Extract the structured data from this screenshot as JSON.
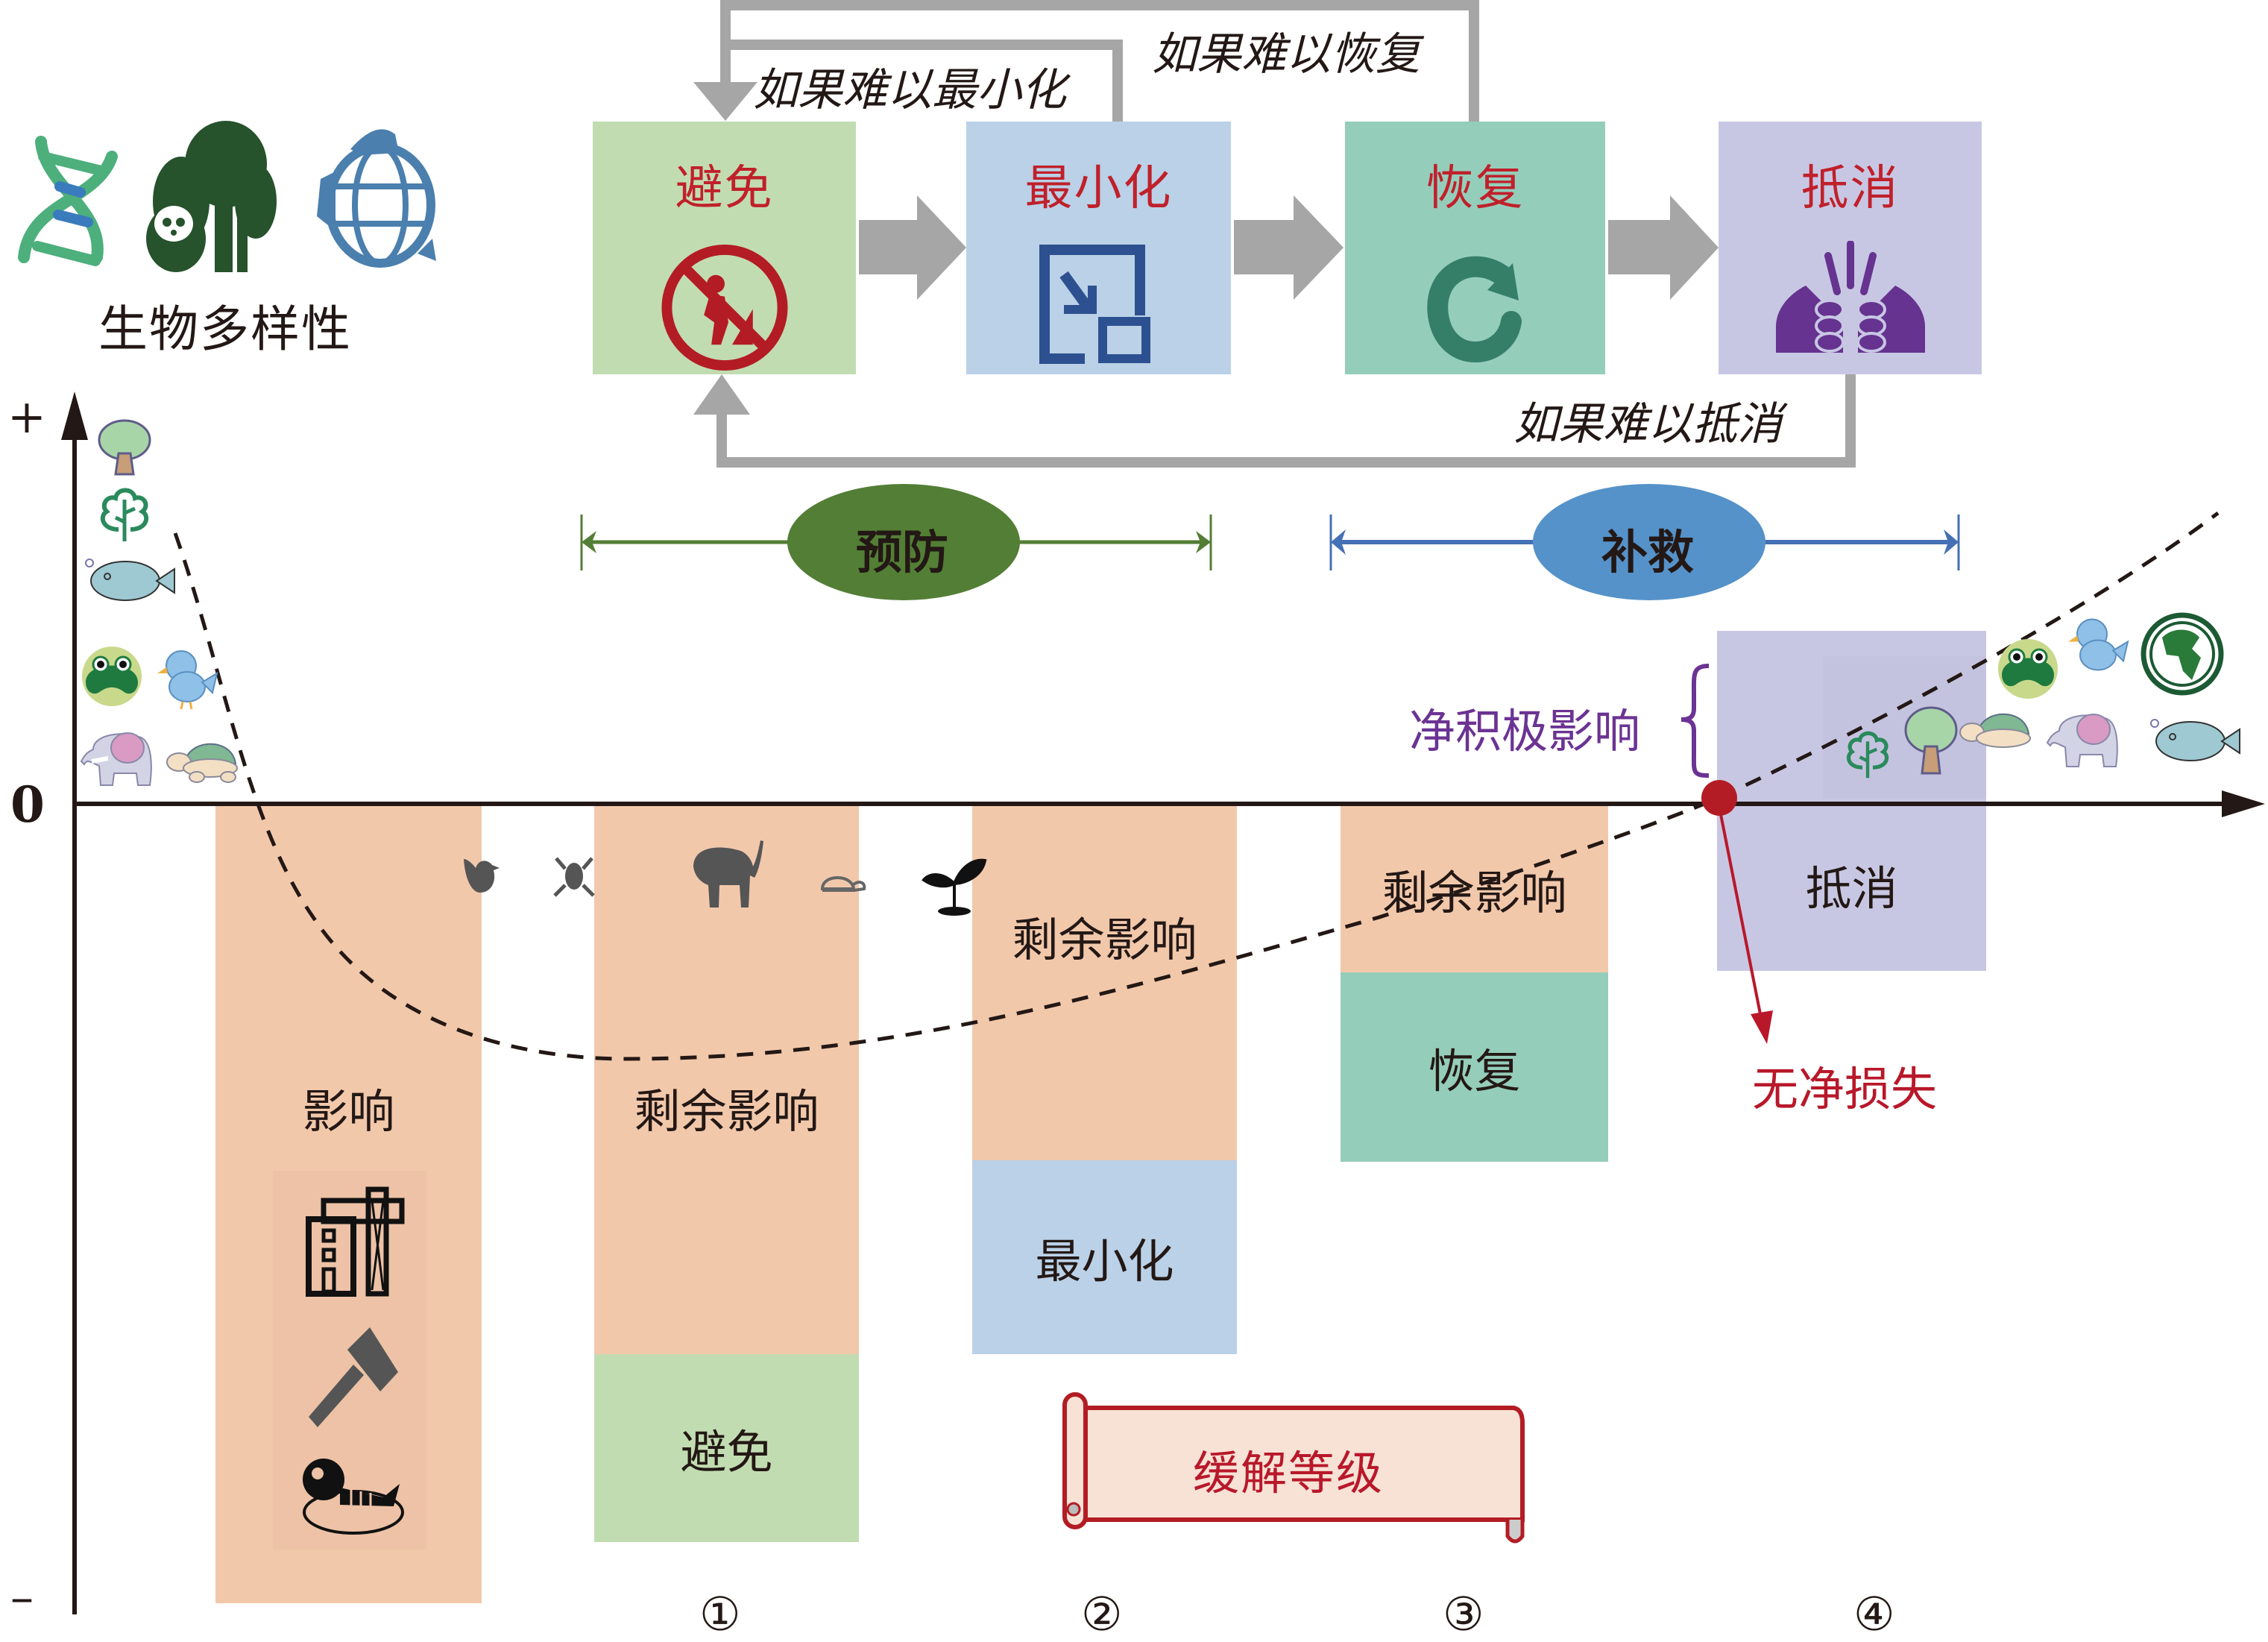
{
  "biodiversity": {
    "label": "生物多样性",
    "icons": [
      "dna-icon",
      "panda-tree-icon",
      "globe-animals-icon"
    ]
  },
  "flow": {
    "steps": [
      {
        "title": "避免",
        "icon": "no-entry-worker-icon",
        "color": "#c2dcb1"
      },
      {
        "title": "最小化",
        "icon": "minimize-icon",
        "color": "#bad1e7"
      },
      {
        "title": "恢复",
        "icon": "restore-icon",
        "color": "#95cdbb"
      },
      {
        "title": "抵消",
        "icon": "offset-fists-icon",
        "color": "#c8c7e3"
      }
    ],
    "feedback": {
      "if_hard_minimize": "如果难以最小化",
      "if_hard_restore": "如果难以恢复",
      "if_hard_offset": "如果难以抵消"
    },
    "title_color": "#c0202a",
    "arrow_color": "#a6a6a6"
  },
  "phases": {
    "prevention": {
      "label": "预防",
      "color": "#537e35"
    },
    "remedy": {
      "label": "补救",
      "color": "#5592c9"
    }
  },
  "axis": {
    "plus": "+",
    "zero": "0",
    "minus": "–"
  },
  "columns": [
    {
      "index_label": "",
      "segments": [
        {
          "label": "影响",
          "color": "#f2c8ab",
          "role": "impact"
        }
      ],
      "icons": [
        "construction-crane-icon",
        "axe-icon",
        "fish-bone-icon"
      ]
    },
    {
      "index_label": "①",
      "segments": [
        {
          "label": "剩余影响",
          "color": "#f2c8ab",
          "role": "residual"
        },
        {
          "label": "避免",
          "color": "#c2dcb1",
          "role": "avoid"
        }
      ]
    },
    {
      "index_label": "②",
      "segments": [
        {
          "label": "剩余影响",
          "color": "#f2c8ab",
          "role": "residual"
        },
        {
          "label": "最小化",
          "color": "#bad1e7",
          "role": "minimize"
        }
      ]
    },
    {
      "index_label": "③",
      "segments": [
        {
          "label": "剩余影响",
          "color": "#f2c8ab",
          "role": "residual"
        },
        {
          "label": "恢复",
          "color": "#95cdbb",
          "role": "restore"
        }
      ]
    },
    {
      "index_label": "④",
      "segments": [
        {
          "label": "抵消",
          "color": "#c8c7e3",
          "role": "offset"
        }
      ]
    }
  ],
  "silhouettes": [
    "bird-icon",
    "frog-icon",
    "elephant-icon",
    "turtle-icon",
    "sprout-icon"
  ],
  "left_species": [
    "tree-icon",
    "leaf-tree-icon",
    "fish-icon",
    "frog-icon",
    "bird-icon",
    "elephant-icon",
    "turtle-icon"
  ],
  "right_species": [
    "leaf-tree-icon",
    "tree-icon",
    "turtle-icon",
    "frog-icon",
    "bird-icon",
    "earth-icon",
    "elephant-icon",
    "fish-icon"
  ],
  "annotations": {
    "net_positive": "净积极影响",
    "no_net_loss": "无净损失",
    "net_positive_color": "#6b3393",
    "no_net_loss_color": "#b8182a"
  },
  "banner": {
    "label": "缓解等级",
    "text_color": "#b8182a",
    "fill": "#f8e2d6"
  }
}
